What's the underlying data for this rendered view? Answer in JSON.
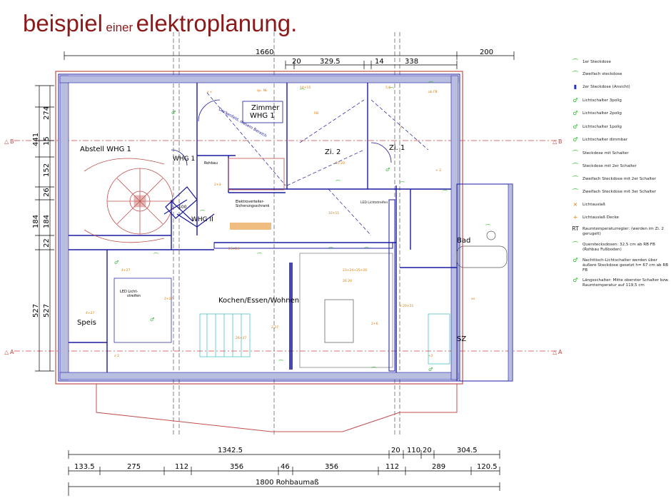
{
  "title": {
    "main1": "beispiel",
    "small": "einer",
    "main2": "elektroplanung."
  },
  "colors": {
    "title": "#8b1a1a",
    "wall": "#1a1aa0",
    "outer_wall": "#c0504d",
    "dim": "#000000",
    "electric": "#e07b00",
    "switch": "#22b822",
    "axis": "#d04040",
    "hatch": "#9aa0c8"
  },
  "dimensions": {
    "top": {
      "overall": "1660",
      "right": "200",
      "seg": [
        "20",
        "329.5",
        "14",
        "338"
      ]
    },
    "left": [
      "441",
      "274",
      "15",
      "152",
      "26",
      "184",
      "184",
      "22",
      "527",
      "527"
    ],
    "bottom_row1": [
      "1342.5",
      "20",
      "110",
      "20",
      "304.5"
    ],
    "bottom_row2": [
      "133.5",
      "275",
      "112",
      "356",
      "46",
      "356",
      "112",
      "289",
      "120.5"
    ],
    "bottom_total": "1800 Rohbaumaß"
  },
  "axis_labels": {
    "b_left": "B",
    "b_right": "B",
    "a_left": "A",
    "a_right": "A"
  },
  "rooms": {
    "abstell": "Abstell WHG 1",
    "zimmer": "Zimmer",
    "zimmer_whg": "WHG 1",
    "zi2": "Zi. 2",
    "zi1": "Zi. 1",
    "whg1_stair": "WHG 1",
    "whg_ii": "WHG II",
    "bad": "Bad",
    "kochen": "Kochen/Essen/Wohnen",
    "speis": "Speis",
    "sz": "SZ",
    "elektro1": "Elektroverteiler-",
    "elektro2": "Sicherungsschrank",
    "led_licht": "LED Licht-",
    "led_streifen": "streifen",
    "led_lichtstreifen": "LED Lichtstreifen",
    "rohbau": "Rohbau",
    "stair_dim": "100",
    "diag_text": "Deckenfeld, diesem Bereich"
  },
  "legend": [
    {
      "sym": "⌒",
      "text": "1er Steckdose",
      "color": "#22b822"
    },
    {
      "sym": "⌒",
      "text": "Zweifach steckdose",
      "color": "#22b822"
    },
    {
      "sym": "▮",
      "text": "2er Steckdose (Ansicht)",
      "color": "#2233cc"
    },
    {
      "sym": "♂",
      "text": "Lichtschalter 3polig",
      "color": "#22b822"
    },
    {
      "sym": "♂",
      "text": "Lichtschalter 2polig",
      "color": "#22b822"
    },
    {
      "sym": "♂",
      "text": "Lichtschalter 1polig",
      "color": "#22b822"
    },
    {
      "sym": "♂",
      "text": "Lichtschalter dimmbar",
      "color": "#22b822"
    },
    {
      "sym": "⌒",
      "text": "Steckdose mit Schalter",
      "color": "#22b822"
    },
    {
      "sym": "⌒",
      "text": "Steckdose mit 2er Schalter",
      "color": "#22b822"
    },
    {
      "sym": "⌒",
      "text": "Zweifach Steckdose mit 2er Schalter",
      "color": "#22b822"
    },
    {
      "sym": "⌒",
      "text": "Zweifach Steckdose mit 3er Schalter",
      "color": "#22b822"
    },
    {
      "sym": "⨯",
      "text": "Lichtauslaß",
      "color": "#e07b00"
    },
    {
      "sym": "+",
      "text": "Lichtauslaß Decke",
      "color": "#e07b00"
    },
    {
      "sym": "RT",
      "text": "Raumtemperaturregler: (werden im Zi. 2 gerugelt)",
      "color": "#222222"
    },
    {
      "sym": "⌒",
      "text": "Querstecksdosen: 32,5 cm ab RB FB (Rohbau Fußboden)",
      "color": "#22b822"
    },
    {
      "sym": "♂",
      "text": "Nachttisch-Lichtschalter werden über äußere Steckdose gesetzt h= 67 cm ab RB FB",
      "color": "#22b822"
    },
    {
      "sym": "♂",
      "text": "Längsschalter: Mitte oberster Schalter bzw. Raumtemperatur auf 119,5 cm",
      "color": "#22b822"
    }
  ]
}
